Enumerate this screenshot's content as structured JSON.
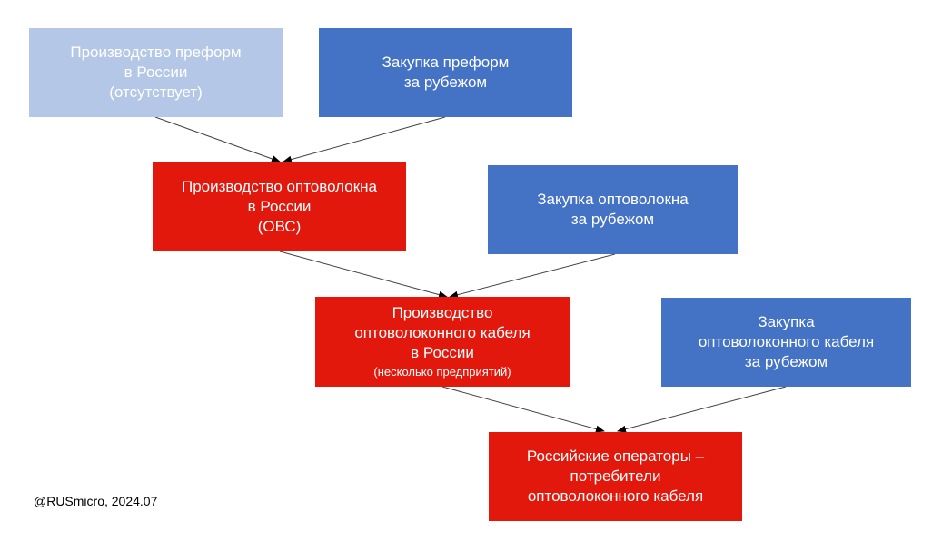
{
  "boxes": {
    "preform_russia": {
      "lines": [
        "Производство преформ",
        "в России",
        "(отсутствует)"
      ]
    },
    "preform_abroad": {
      "lines": [
        "Закупка преформ",
        "за рубежом"
      ]
    },
    "fiber_russia": {
      "lines": [
        "Производство оптоволокна",
        "в России",
        "(ОВС)"
      ]
    },
    "fiber_abroad": {
      "lines": [
        "Закупка оптоволокна",
        "за рубежом"
      ]
    },
    "cable_russia": {
      "lines": [
        "Производство",
        "оптоволоконного кабеля",
        "в России"
      ],
      "note": "(несколько предприятий)"
    },
    "cable_abroad": {
      "lines": [
        "Закупка",
        "оптоволоконного кабеля",
        "за рубежом"
      ]
    },
    "operators": {
      "lines": [
        "Российские операторы –",
        "потребители",
        "оптоволоконного кабеля"
      ]
    }
  },
  "footer": "@RUSmicro, 2024.07",
  "colors": {
    "light_blue": "#b4c7e7",
    "blue": "#4472c4",
    "red": "#e2180c"
  }
}
